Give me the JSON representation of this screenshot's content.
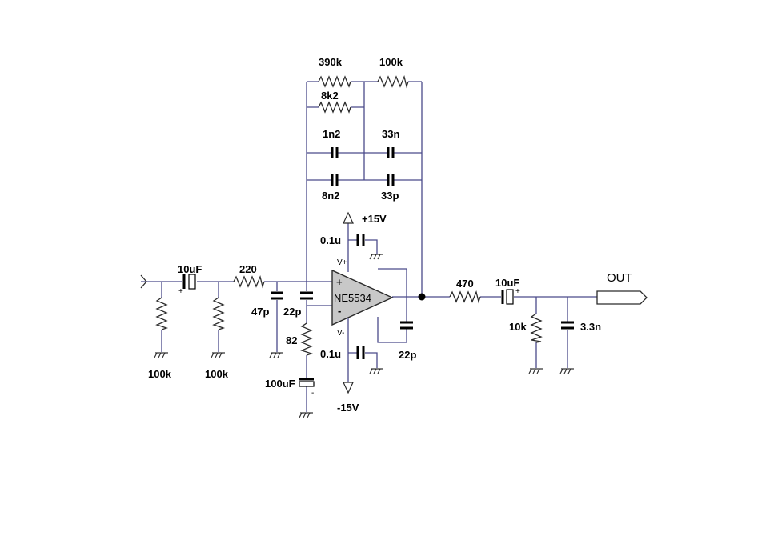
{
  "labels": {
    "r_fb1": "390k",
    "r_fb2": "100k",
    "r_fb3": "8k2",
    "c_fb1": "1n2",
    "c_fb2": "33n",
    "c_fb3": "8n2",
    "c_fb4": "33p",
    "vpos": "+15V",
    "vneg": "-15V",
    "c_dec_top": "0.1u",
    "c_dec_bot": "0.1u",
    "c_in": "10uF",
    "r_in": "220",
    "c_47": "47p",
    "c_22": "22p",
    "opamp": "NE5534",
    "vplus": "V+",
    "vminus": "V-",
    "plus": "+",
    "minus": "-",
    "r_gnd": "82",
    "c_gnd": "100uF",
    "c_comp": "22p",
    "r_pd1": "100k",
    "r_pd2": "100k",
    "r_out": "470",
    "c_out": "10uF",
    "r_load": "10k",
    "c_load": "3.3n",
    "out": "OUT",
    "pol_plus": "+",
    "pol_minus": "-"
  }
}
